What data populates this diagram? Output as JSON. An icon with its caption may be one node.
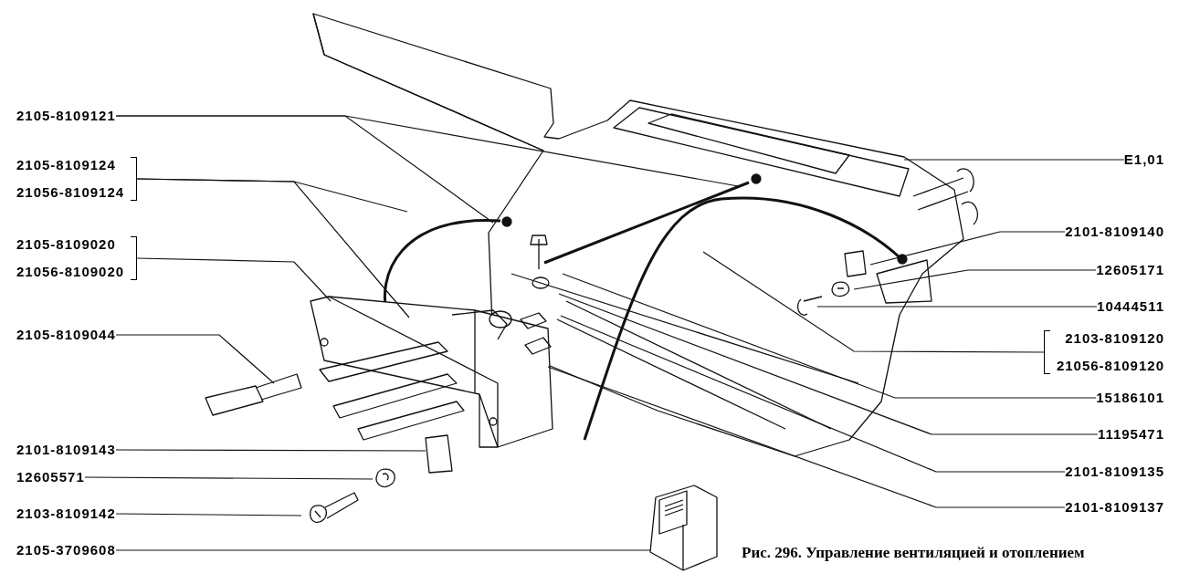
{
  "diagram": {
    "caption": "Рис. 296. Управление вентиляцией и отоплением",
    "nodes": [
      {
        "text": [
          "2105-8109121"
        ]
      },
      {
        "text": [
          "2105-8109124",
          "21056-8109124"
        ]
      },
      {
        "text": [
          "2105-8109020",
          "21056-8109020"
        ]
      },
      {
        "text": [
          "2105-8109044"
        ]
      },
      {
        "text": [
          "E1,01"
        ]
      },
      {
        "text": [
          "2101-8109140"
        ]
      },
      {
        "text": [
          "12605171"
        ]
      },
      {
        "text": [
          "10444511"
        ]
      },
      {
        "text": [
          "2103-8109120",
          "21056-8109120"
        ]
      },
      {
        "text": [
          "15186101"
        ]
      },
      {
        "text": [
          "11195471"
        ]
      },
      {
        "text": [
          "2101-8109135"
        ]
      },
      {
        "text": [
          "2101-8109137"
        ]
      },
      {
        "text": [
          "2101-8109143"
        ]
      },
      {
        "text": [
          "12605571"
        ]
      },
      {
        "text": [
          "2103-8109142"
        ]
      },
      {
        "text": [
          "2105-3709608"
        ]
      }
    ],
    "edges": [
      {
        "from": 0,
        "to": null,
        "arrow": "none"
      },
      {
        "from": 0,
        "to": null,
        "arrow": "none"
      },
      {
        "from": 1,
        "to": null,
        "arrow": "none"
      },
      {
        "from": 1,
        "to": null,
        "arrow": "none"
      },
      {
        "from": 2,
        "to": null,
        "arrow": "none"
      },
      {
        "from": 3,
        "to": null,
        "arrow": "none"
      },
      {
        "from": 4,
        "to": null,
        "arrow": "none"
      },
      {
        "from": 5,
        "to": null,
        "arrow": "none"
      },
      {
        "from": 6,
        "to": null,
        "arrow": "none"
      },
      {
        "from": 7,
        "to": null,
        "arrow": "none"
      },
      {
        "from": 8,
        "to": null,
        "arrow": "none"
      },
      {
        "from": 9,
        "to": null,
        "arrow": "none"
      },
      {
        "from": 10,
        "to": null,
        "arrow": "none"
      },
      {
        "from": 11,
        "to": null,
        "arrow": "none"
      },
      {
        "from": 12,
        "to": null,
        "arrow": "none"
      },
      {
        "from": 13,
        "to": null,
        "arrow": "none"
      },
      {
        "from": 14,
        "to": null,
        "arrow": "none"
      },
      {
        "from": 15,
        "to": null,
        "arrow": "none"
      },
      {
        "from": 16,
        "to": null,
        "arrow": "none"
      }
    ]
  }
}
